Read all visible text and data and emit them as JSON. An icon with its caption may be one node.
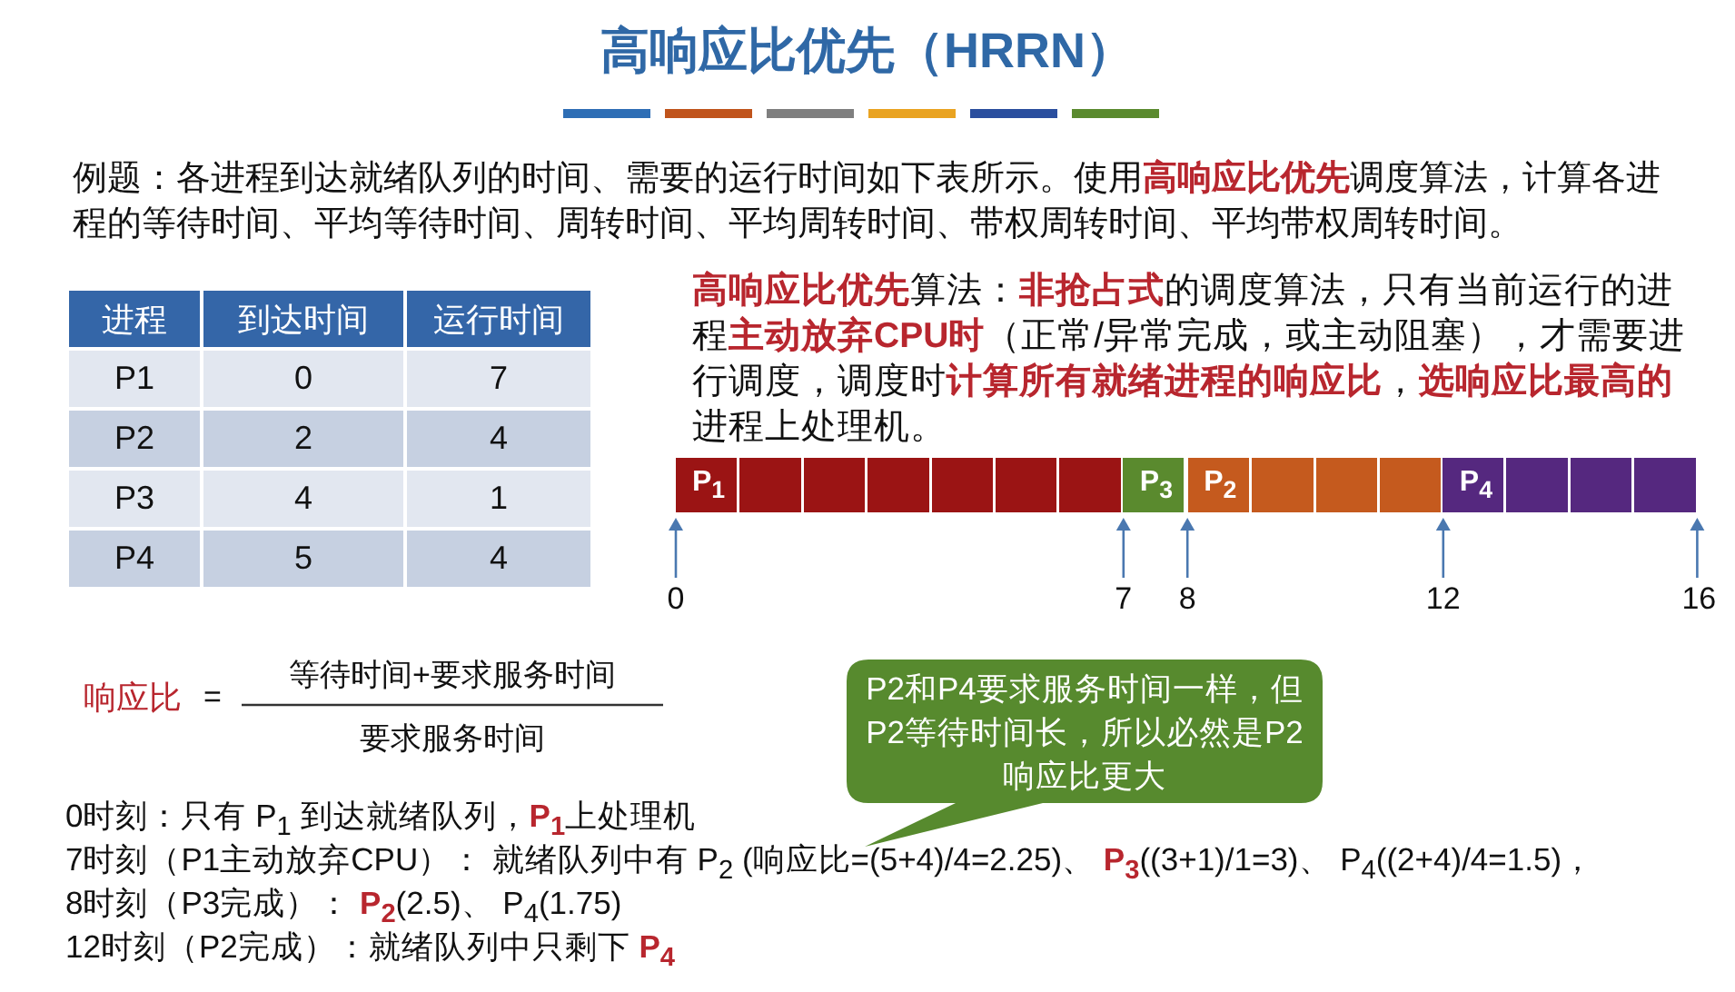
{
  "diagram": {
    "title": "高响应比优先（HRRN）",
    "nodes": [
      {
        "text": [
          "P$_{1}$"
        ]
      },
      {
        "text": [
          "P$_{3}$"
        ]
      },
      {
        "text": [
          "P$_{2}$"
        ]
      },
      {
        "text": [
          "P$_{4}$"
        ]
      },
      {
        "text": [
          "P2和P4要求服务时间一样，但P2等待时间长，所以必然是P2响应比更大"
        ]
      }
    ],
    "labels": [
      "例题：各进程到达就绪队列的时间、需要的运行时间如下表所示。使用**高响应比优先**调度算法，计算各进程的等待时间、平均等待时间、周转时间、平均周转时间、带权周转时间、平均带权周转时间。",
      "进程",
      "到达时间",
      "运行时间",
      "P1",
      "0",
      "7",
      "P2",
      "2",
      "4",
      "P3",
      "4",
      "1",
      "P4",
      "5",
      "4",
      "**高响应比优先**算法：**非抢占式**的调度算法，只有当前运行的进程**主动放弃CPU时**（正常/异常完成，或主动阻塞），才需要进行调度，调度时**计算所有就绪进程的响应比**，**选响应比最高的**进程上处理机。",
      "0",
      "7",
      "8",
      "12",
      "16",
      "响应比",
      "=",
      "等待时间+要求服务时间",
      "要求服务时间",
      "0时刻：只有 P$_{1}$ 到达就绪队列，**P$_{1}$**上处理机",
      "7时刻（P1主动放弃CPU）： 就绪队列中有 P$_{2}$ (响应比=(5+4)/4=2.25)、 **P$_{3}$**((3+1)/1=3)、 P$_{4}$((2+4)/4=1.5)，",
      "8时刻（P3完成）： **P$_{2}$**(2.5)、 P$_{4}$(1.75)",
      "12时刻（P2完成）：就绪队列中只剩下 **P$_{4}$**"
    ]
  }
}
